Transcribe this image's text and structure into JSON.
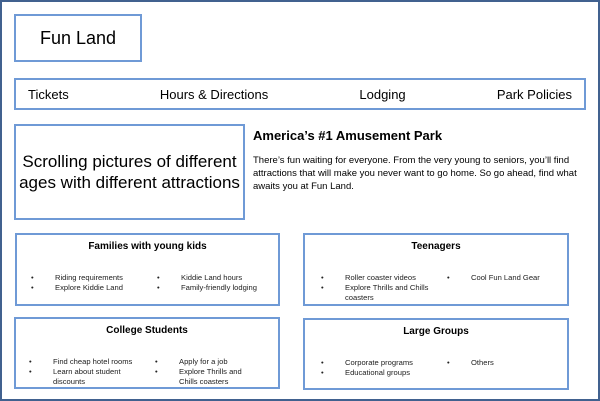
{
  "logo": "Fun Land",
  "nav": [
    "Tickets",
    "Hours & Directions",
    "Lodging",
    "Park Policies"
  ],
  "hero_placeholder": "Scrolling pictures of different ages with different attractions",
  "headline": "America’s #1 Amusement Park",
  "intro": "There’s fun waiting for everyone.  From the very young to seniors, you’ll find attractions that will make you never want to go home.  So go ahead, find what awaits you at Fun Land.",
  "groups": [
    {
      "title": "Families with young kids",
      "col1": [
        "Riding requirements",
        "Explore Kiddie Land"
      ],
      "col2": [
        "Kiddie Land hours",
        "Family-friendly lodging"
      ]
    },
    {
      "title": "Teenagers",
      "col1": [
        "Roller coaster videos",
        "Explore Thrills and Chills coasters"
      ],
      "col2": [
        "Cool Fun Land Gear"
      ]
    },
    {
      "title": "College Students",
      "col1": [
        "Find cheap hotel rooms",
        "Learn about student discounts"
      ],
      "col2": [
        "Apply for a job",
        "Explore Thrills and Chills coasters"
      ]
    },
    {
      "title": "Large Groups",
      "col1": [
        "Corporate programs",
        "Educational groups"
      ],
      "col2": [
        "Others"
      ]
    }
  ]
}
